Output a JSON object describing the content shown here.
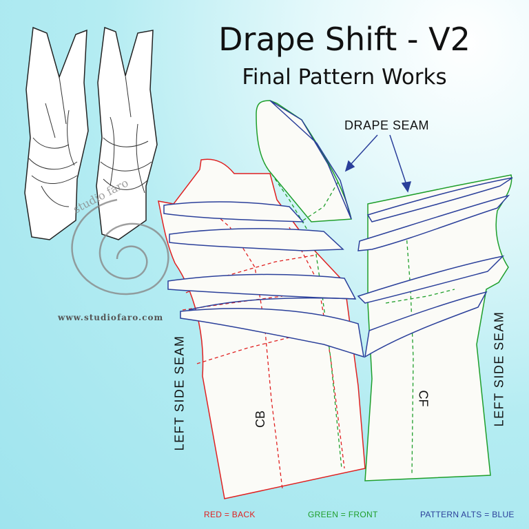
{
  "title": "Drape Shift - V2",
  "subtitle": "Final Pattern Works",
  "labels": {
    "drape_seam": "DRAPE SEAM",
    "left_side_seam_back": "LEFT SIDE SEAM",
    "left_side_seam_front": "LEFT SIDE SEAM",
    "cb": "CB",
    "cf": "CF"
  },
  "watermark": {
    "logo_text": "studio faro",
    "website": "www.studiofaro.com"
  },
  "legend": {
    "back": "RED = BACK",
    "front": "GREEN = FRONT",
    "alts": "PATTERN ALTS = BLUE"
  },
  "colors": {
    "back": "#e02020",
    "front": "#1e9e2a",
    "alts": "#2a3f9a",
    "fabric": "#fbfbf7",
    "background": "#a6e6ef"
  }
}
